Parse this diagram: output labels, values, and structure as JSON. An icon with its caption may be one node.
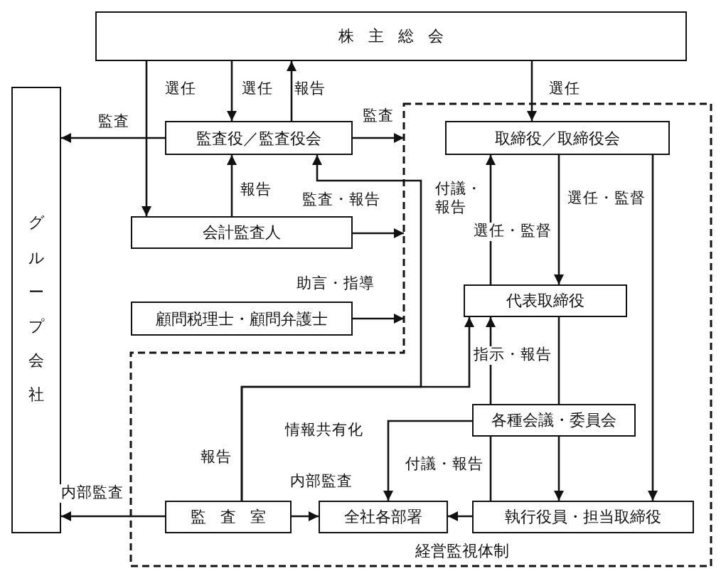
{
  "diagram": {
    "nodes": [
      {
        "text": [
          "株主総会"
        ]
      },
      {
        "text": [
          "グループ会社"
        ]
      },
      {
        "text": [
          "監査役／監査役会"
        ]
      },
      {
        "text": [
          "会計監査人"
        ]
      },
      {
        "text": [
          "顧問税理士・顧問弁護士"
        ]
      },
      {
        "text": [
          "経営監視体制"
        ]
      },
      {
        "text": [
          "取締役／取締役会"
        ],
        "in": 5
      },
      {
        "text": [
          "代表取締役"
        ],
        "in": 5
      },
      {
        "text": [
          "各種会議・委員会"
        ],
        "in": 5
      },
      {
        "text": [
          "監査室"
        ],
        "in": 5
      },
      {
        "text": [
          "全社各部署"
        ],
        "in": 5
      },
      {
        "text": [
          "執行役員・担当取締役"
        ],
        "in": 5
      }
    ],
    "edges": [
      {
        "from": 0,
        "to": 2,
        "arrow": "to",
        "label": "選任"
      },
      {
        "from": 2,
        "to": 0,
        "arrow": "to",
        "label": "報告"
      },
      {
        "from": 0,
        "to": 3,
        "arrow": "to",
        "label": "選任"
      },
      {
        "from": 0,
        "to": 6,
        "arrow": "to",
        "label": "選任"
      },
      {
        "from": 2,
        "to": 1,
        "arrow": "to",
        "label": "監査"
      },
      {
        "from": 2,
        "to": 5,
        "arrow": "to",
        "label": "監査"
      },
      {
        "from": 3,
        "to": 2,
        "arrow": "to",
        "label": "報告"
      },
      {
        "from": 3,
        "to": 5,
        "arrow": "to"
      },
      {
        "from": 4,
        "to": 5,
        "arrow": "to",
        "label": "助言・指導"
      },
      {
        "from": 9,
        "to": 2,
        "arrow": "to",
        "label": "監査・報告"
      },
      {
        "from": 9,
        "to": 7,
        "arrow": "to",
        "label": "報告"
      },
      {
        "from": 6,
        "to": 7,
        "arrow": "to",
        "label": "選任・監督"
      },
      {
        "from": 7,
        "to": 6,
        "arrow": "to",
        "label": "付議・報告"
      },
      {
        "from": 6,
        "to": 11,
        "arrow": "to",
        "label": "選任・監督"
      },
      {
        "from": 7,
        "to": 8,
        "arrow": "none",
        "label": "指示・報告"
      },
      {
        "from": 8,
        "to": 7,
        "arrow": "to"
      },
      {
        "from": 11,
        "to": 8,
        "arrow": "none",
        "label": "付議・報告"
      },
      {
        "from": 8,
        "to": 10,
        "arrow": "to",
        "label": "情報共有化"
      },
      {
        "from": 8,
        "to": 11,
        "arrow": "to"
      },
      {
        "from": 11,
        "to": 10,
        "arrow": "to"
      },
      {
        "from": 9,
        "to": 10,
        "arrow": "to",
        "label": "内部監査"
      },
      {
        "from": 9,
        "to": 1,
        "arrow": "to",
        "label": "内部監査"
      }
    ]
  }
}
